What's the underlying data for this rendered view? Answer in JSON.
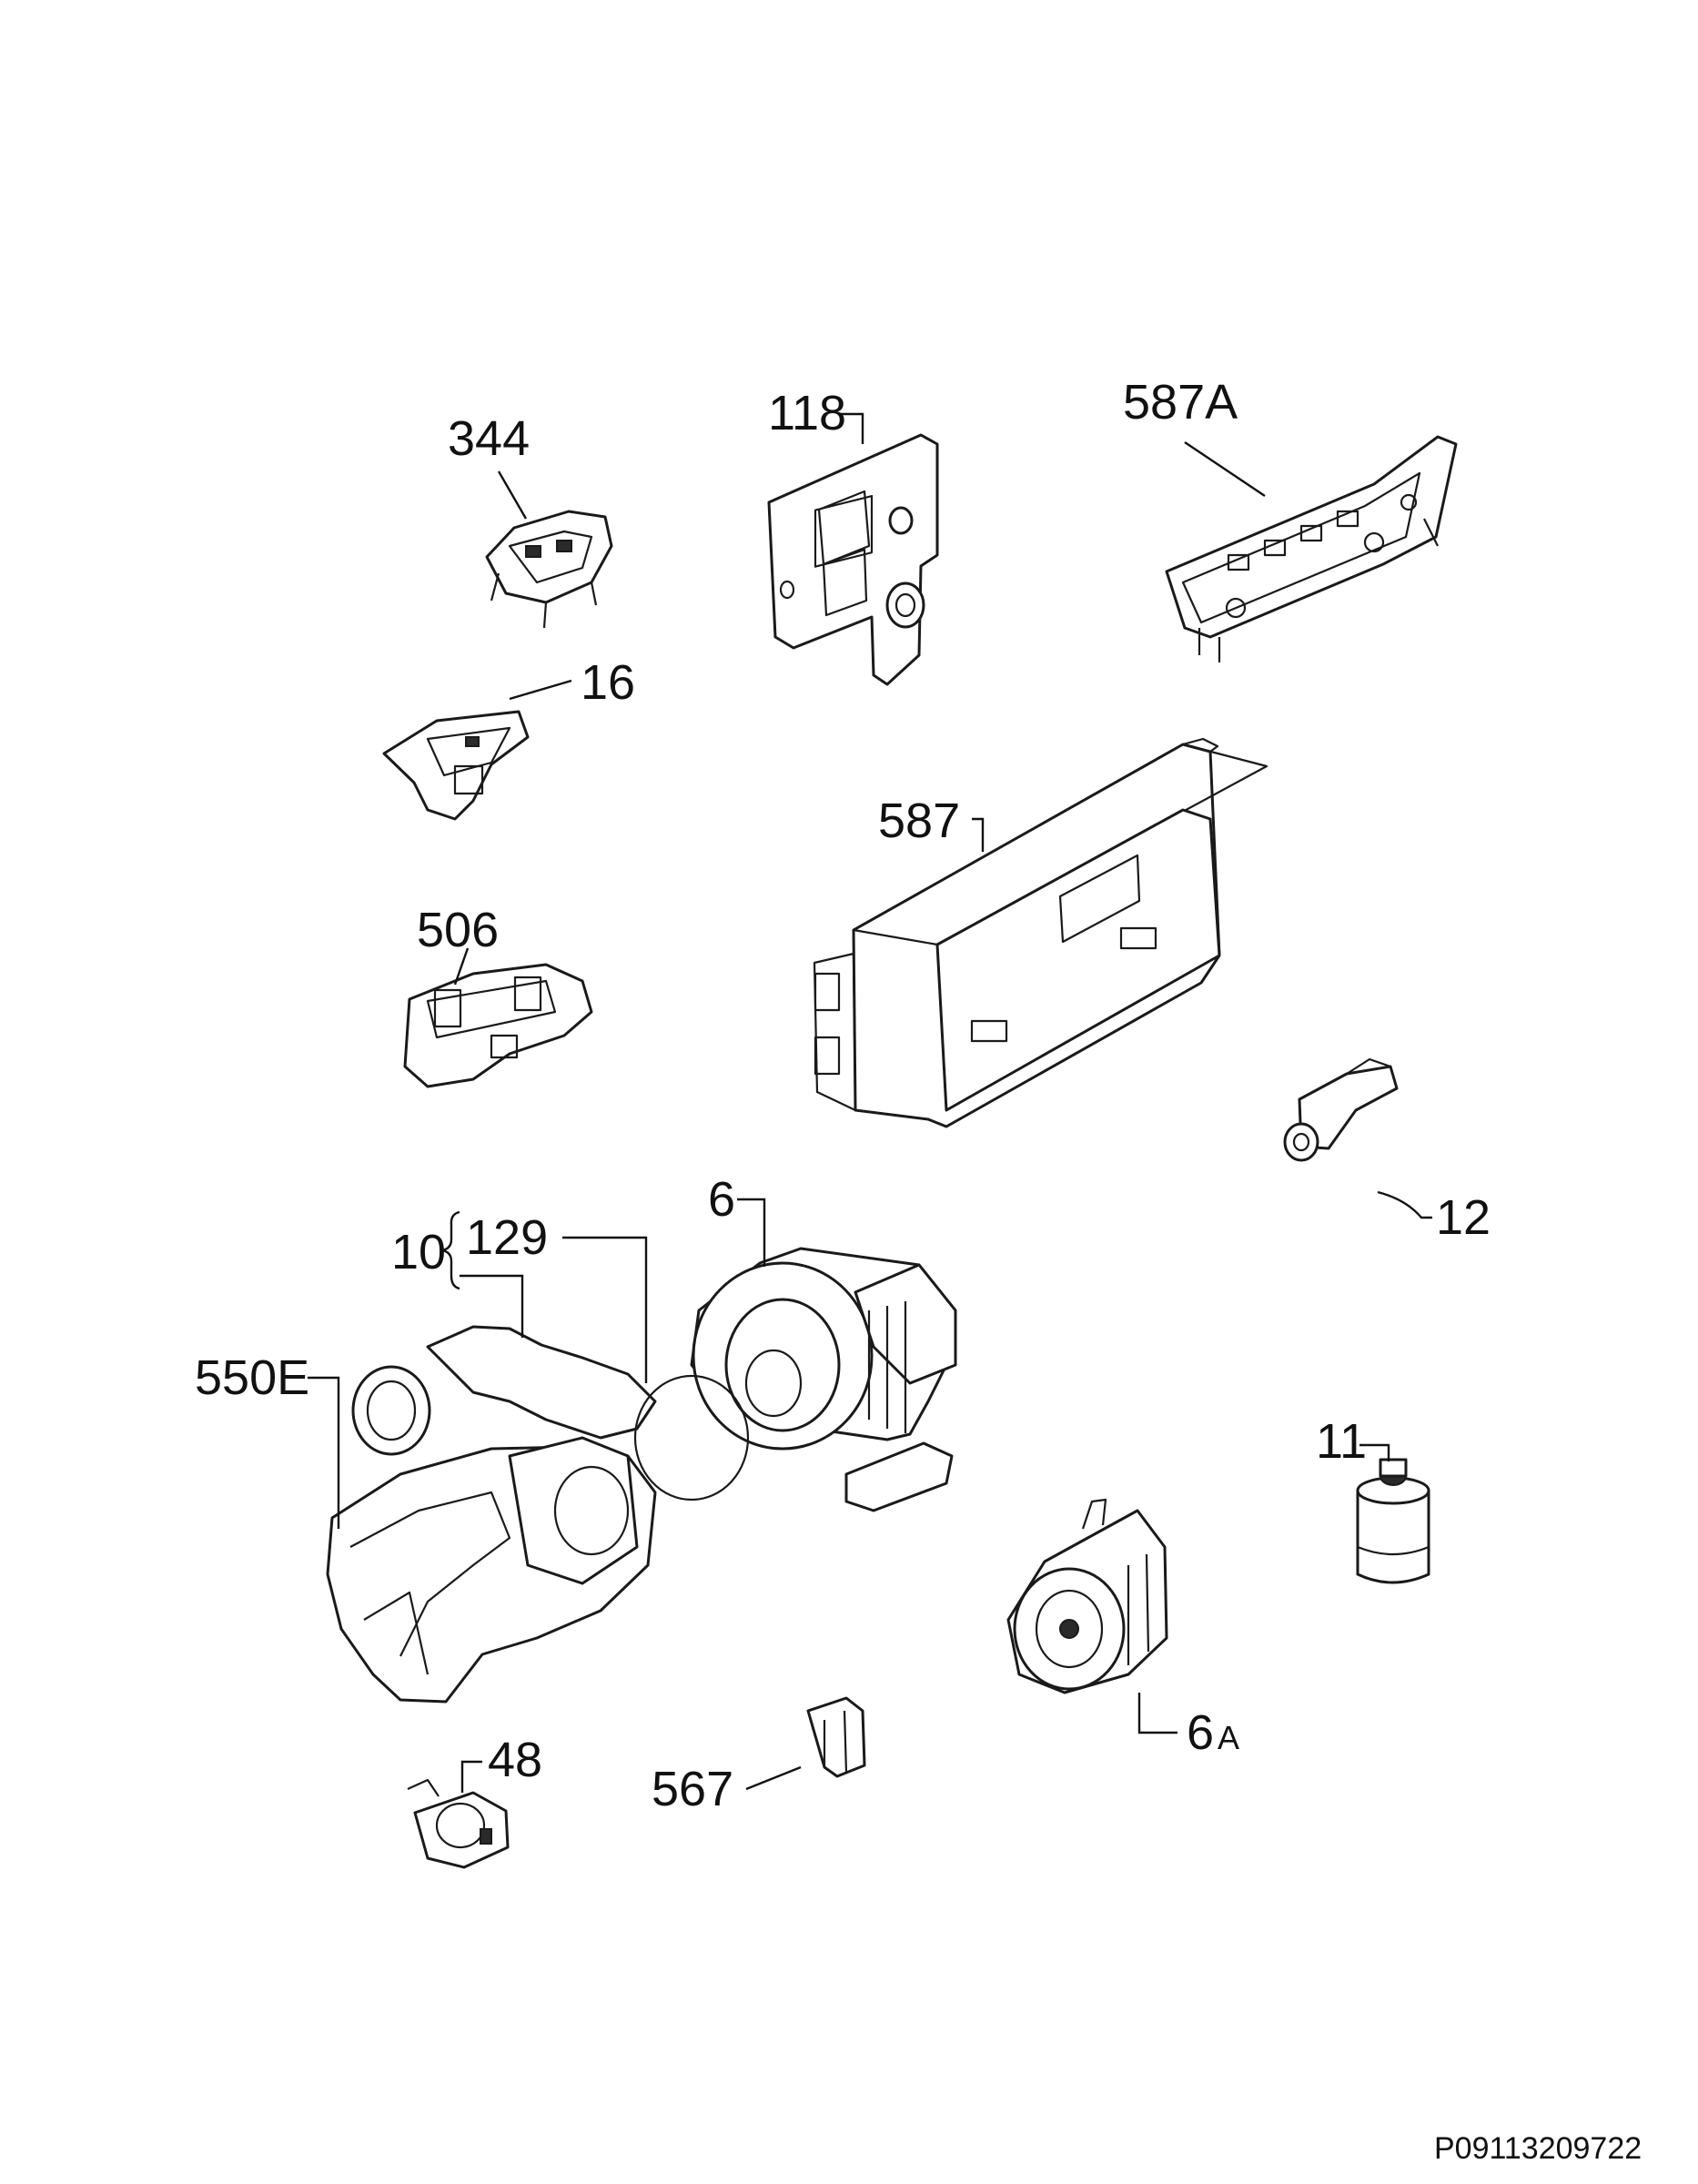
{
  "labels": {
    "p344": "344",
    "p118": "118",
    "p587A": "587A",
    "p16": "16",
    "p587": "587",
    "p506": "506",
    "p12": "12",
    "p6": "6",
    "p10": "10",
    "p129": "129",
    "p550E": "550E",
    "p11": "11",
    "p6A_num": "6",
    "p6A_suffix": "A",
    "p48": "48",
    "p567": "567"
  },
  "document_id": "P09113209722"
}
